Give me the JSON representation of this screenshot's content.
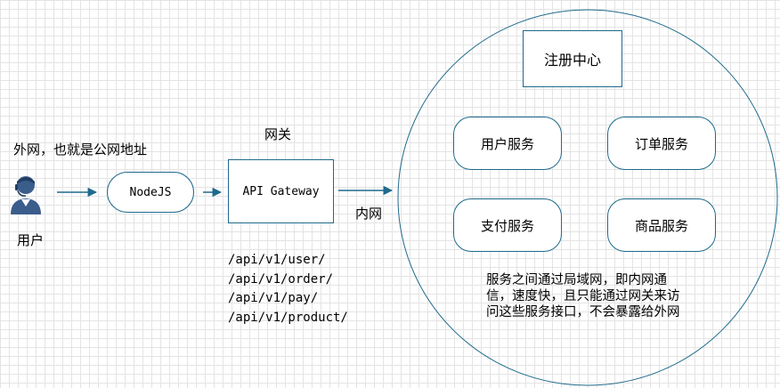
{
  "colors": {
    "stroke": "#1f6a8c",
    "arrow": "#1f6a8c",
    "user_icon": "#3b5d8c"
  },
  "external": {
    "caption": "外网，也就是公网地址",
    "user_label": "用户",
    "user_icon": "user-icon"
  },
  "nodes": {
    "nodejs": "NodeJS",
    "gateway_title": "网关",
    "gateway": "API Gateway",
    "intranet_label": "内网"
  },
  "routes": [
    "/api/v1/user/",
    "/api/v1/order/",
    "/api/v1/pay/",
    "/api/v1/product/"
  ],
  "cluster": {
    "registry": "注册中心",
    "services": {
      "user": "用户服务",
      "order": "订单服务",
      "pay": "支付服务",
      "product": "商品服务"
    },
    "note": "服务之间通过局域网，即内网通信，速度快，且只能通过网关来访问这些服务接口，不会暴露给外网"
  }
}
